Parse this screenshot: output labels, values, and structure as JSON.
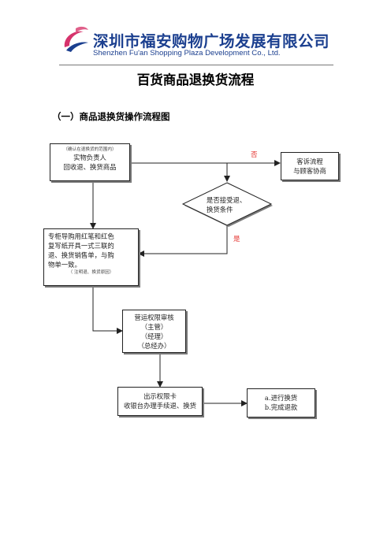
{
  "header": {
    "company_cn": "深圳市福安购物广场发展有限公司",
    "company_en": "Shenzhen Fu'an Shopping Plaza Development Co., Ltd.",
    "logo_icon": "company-swoosh-logo",
    "colors": {
      "brand_blue": "#1b3f8f",
      "logo_red": "#d6336c"
    }
  },
  "document": {
    "title": "百货商品退换货流程",
    "section_heading": "（一）商品退换货操作流程图"
  },
  "flowchart": {
    "box1": {
      "note": "（确认在退换货的范围内）",
      "line1": "实物负责人",
      "line2": "回收退、换货商品"
    },
    "decision": {
      "line1": "是否接受退、",
      "line2": "换货条件"
    },
    "label_no": "否",
    "label_yes": "是",
    "complaint_box": {
      "line1": "客诉流程",
      "line2": "与顾客协商"
    },
    "box2": {
      "line1": "专柜导购用红笔和红色",
      "line2": "复写纸开具一式三联的",
      "line3": "退、换货销售单，与购",
      "line4": "物单一致。",
      "note": "（ 注明退、换货原因）"
    },
    "box3": {
      "line1": "营运权限审核",
      "line2": "（主管）",
      "line3": "（经理）",
      "line4": "（总经办）"
    },
    "box4": {
      "line1": "出示权限卡",
      "line2": "收银台办理手续退、换货"
    },
    "box5": {
      "line1": "a.进行换货",
      "line2": "b.完成退款"
    }
  }
}
